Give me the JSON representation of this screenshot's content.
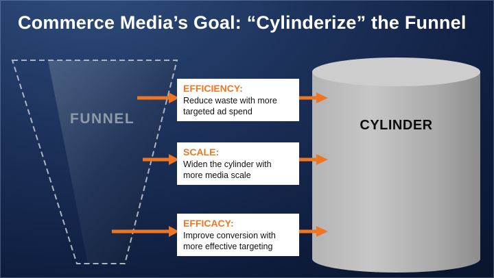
{
  "slide": {
    "title": "Commerce Media’s Goal: “Cylinderize” the Funnel"
  },
  "funnel": {
    "label": "FUNNEL"
  },
  "cylinder": {
    "label": "CYLINDER"
  },
  "callouts": [
    {
      "heading": "EFFICIENCY:",
      "body": "Reduce waste with more targeted ad spend"
    },
    {
      "heading": "SCALE:",
      "body": "Widen the cylinder with more media scale"
    },
    {
      "heading": "EFFICACY:",
      "body": "Improve conversion with more effective targeting"
    }
  ],
  "colors": {
    "accent_orange": "#EE7623",
    "background_navy": "#14294E",
    "cylinder_gray": "#B9B9B9",
    "funnel_outline_gray": "#AEB6C2",
    "title_white": "#FFFFFF"
  }
}
